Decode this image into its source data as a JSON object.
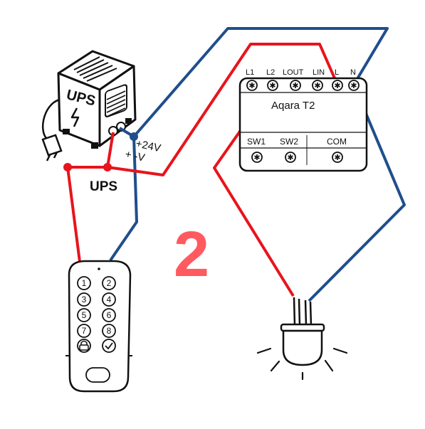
{
  "step_number": "2",
  "colors": {
    "live_wire": "#e8141c",
    "neutral_wire": "#1f4e8c",
    "step_number": "#ff5a5f",
    "outline": "#111111"
  },
  "ups": {
    "box_label": "UPS",
    "bolt_icon": "lightning-bolt-icon",
    "junction_label": "UPS",
    "terminal_pos": "+24V",
    "terminal_neg": "+ -V"
  },
  "relay": {
    "brand_label": "Aqara T2",
    "top_terminals": [
      "L1",
      "L2",
      "LOUT",
      "LIN",
      "L",
      "N"
    ],
    "bottom_terminals": [
      "SW1",
      "SW2",
      "COM"
    ]
  },
  "keypad": {
    "keys": [
      "1",
      "2",
      "3",
      "4",
      "5",
      "6",
      "7",
      "8"
    ],
    "lock_icon": "lock-icon",
    "check_icon": "check-icon"
  },
  "lamp": {
    "icon": "light-bulb-icon"
  }
}
